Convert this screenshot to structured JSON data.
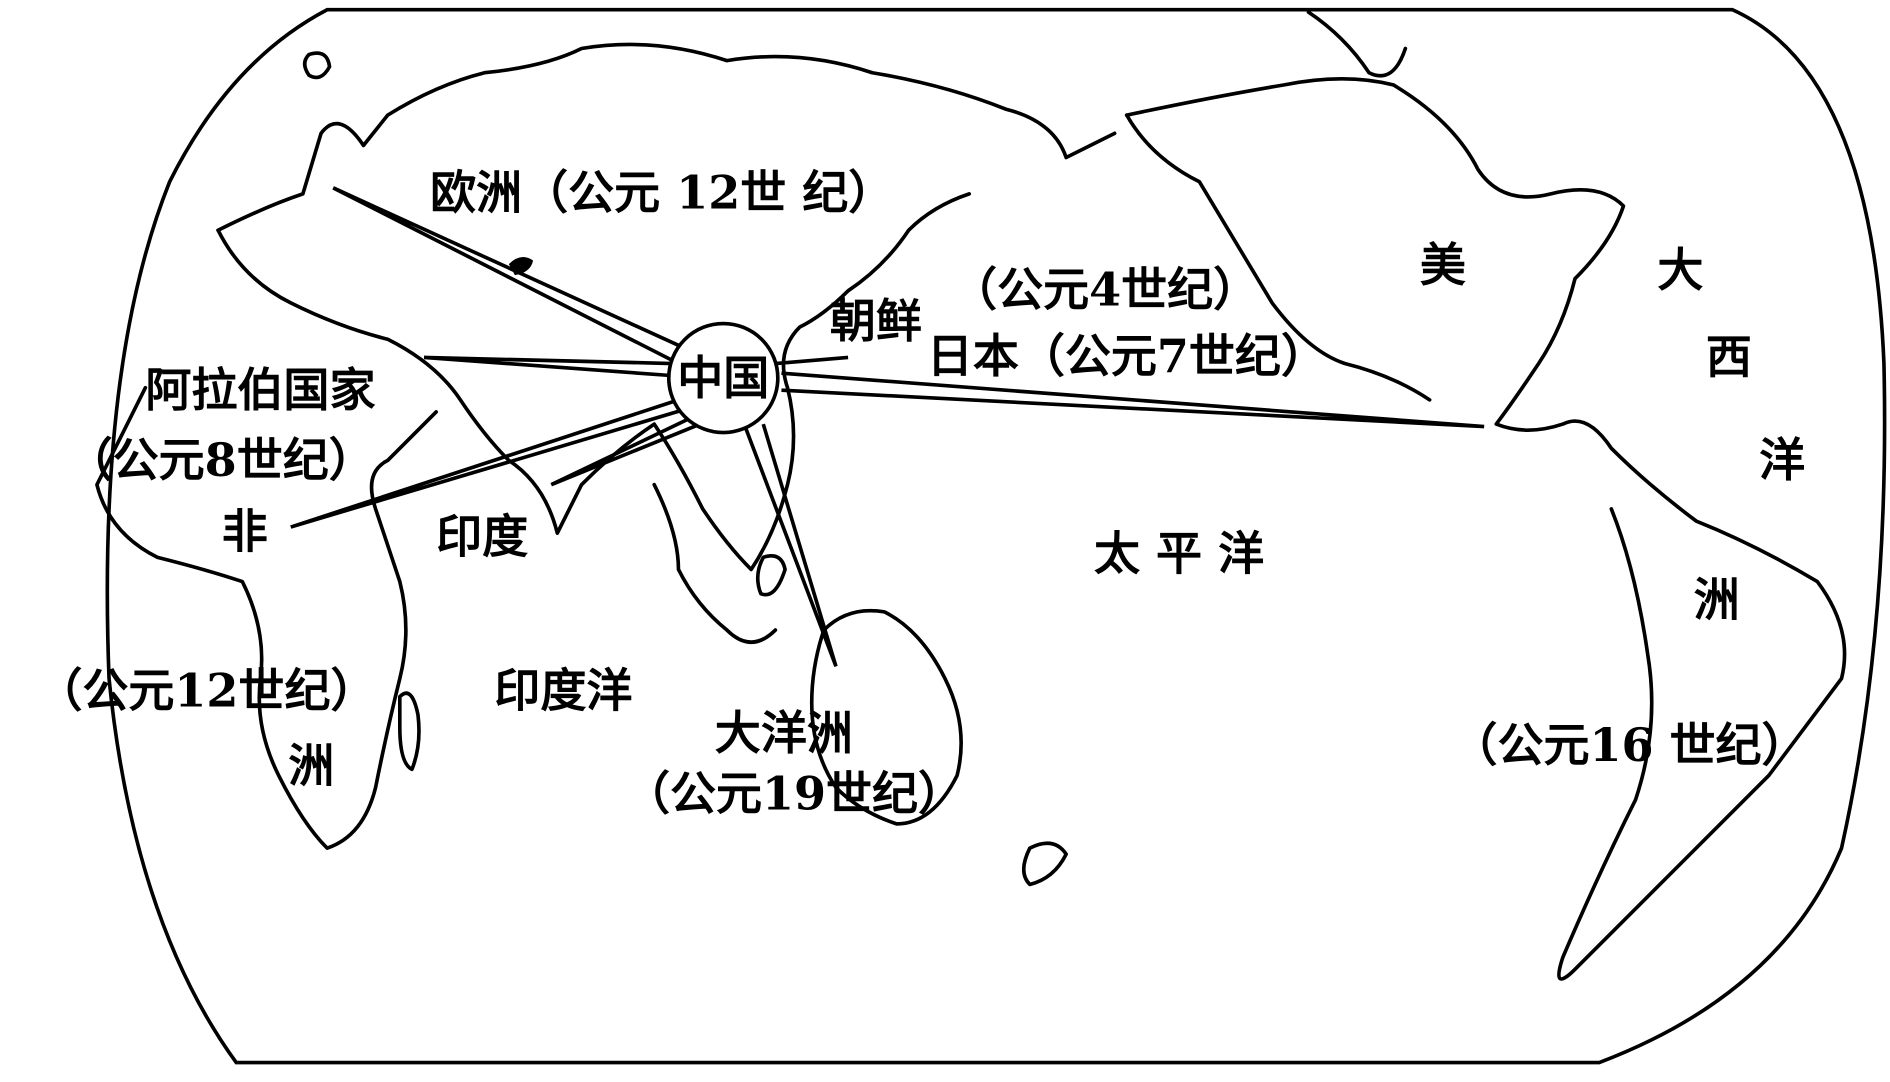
{
  "map": {
    "center_label": "中国",
    "regions": {
      "europe": "欧洲（公元 12世 纪）",
      "korea_date": "（公元4世纪）",
      "korea": "朝鲜",
      "japan": "日本（公元7世纪）",
      "arab": "阿拉伯国家",
      "arab_date": "（公元8世纪）",
      "africa_1": "非",
      "africa_2": "洲",
      "africa_date": "（公元12世纪）",
      "india": "印度",
      "indian_ocean": "印度洋",
      "pacific": "太 平 洋",
      "oceania": "大洋洲",
      "oceania_date": "（公元19世纪）",
      "america_1": "美",
      "america_2": "洲",
      "atlantic_1": "大",
      "atlantic_2": "西",
      "atlantic_3": "洋",
      "america_date": "（公元16 世纪）"
    }
  }
}
